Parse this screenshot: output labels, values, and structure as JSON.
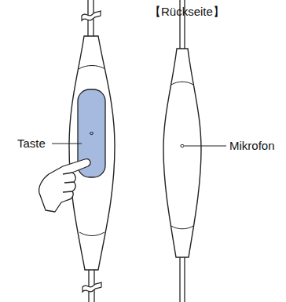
{
  "diagram": {
    "labels": [
      "【Rückseite】",
      "Taste",
      "Mikrofon"
    ]
  }
}
